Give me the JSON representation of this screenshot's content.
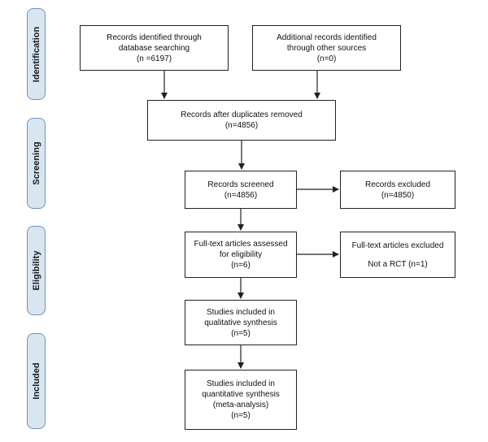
{
  "stages": {
    "identification": "Identification",
    "screening": "Screening",
    "eligibility": "Eligibility",
    "included": "Included"
  },
  "boxes": {
    "db_search": {
      "line1": "Records identified through",
      "line2": "database searching",
      "line3": "(n =6197)"
    },
    "other_sources": {
      "line1": "Additional records identified",
      "line2": "through other sources",
      "line3": "(n=0)"
    },
    "after_duplicates": {
      "line1": "Records after duplicates removed",
      "line2": "(n=4856)"
    },
    "screened": {
      "line1": "Records screened",
      "line2": "(n=4856)"
    },
    "excluded": {
      "line1": "Records excluded",
      "line2": "(n=4850)"
    },
    "fulltext_assessed": {
      "line1": "Full-text articles assessed",
      "line2": "for eligibility",
      "line3": "(n=6)"
    },
    "fulltext_excluded": {
      "line1": "Full-text articles excluded",
      "line2": "Not a RCT (n=1)"
    },
    "qualitative": {
      "line1": "Studies included in",
      "line2": "qualitative synthesis",
      "line3": "(n=5)"
    },
    "quantitative": {
      "line1": "Studies included in",
      "line2": "quantitative synthesis",
      "line3": "(meta-analysis)",
      "line4": "(n=5)"
    }
  }
}
